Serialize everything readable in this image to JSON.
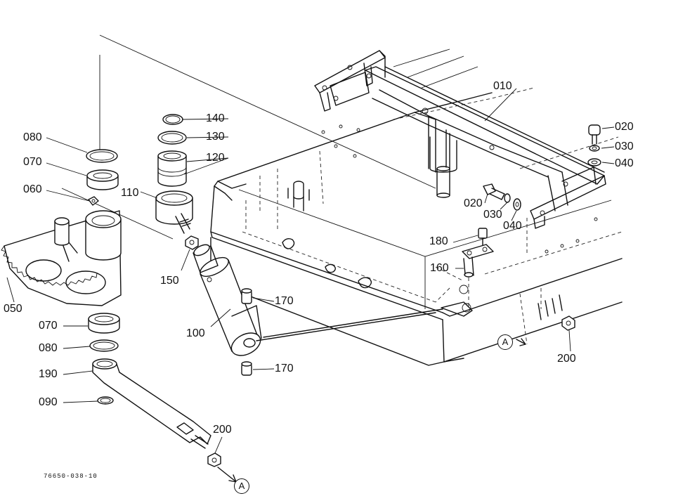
{
  "diagram": {
    "drawing_number": "76650-038-10",
    "reference_mark": "A",
    "callouts": {
      "c010": "010",
      "c020a": "020",
      "c030a": "030",
      "c040a": "040",
      "c020b": "020",
      "c030b": "030",
      "c040b": "040",
      "c180": "180",
      "c160": "160",
      "c200a": "200",
      "c140": "140",
      "c130": "130",
      "c120": "120",
      "c110": "110",
      "c150": "150",
      "c100": "100",
      "c170a": "170",
      "c170b": "170",
      "c080a": "080",
      "c070a": "070",
      "c060": "060",
      "c050": "050",
      "c070b": "070",
      "c080b": "080",
      "c190": "190",
      "c090": "090",
      "c200b": "200"
    }
  }
}
